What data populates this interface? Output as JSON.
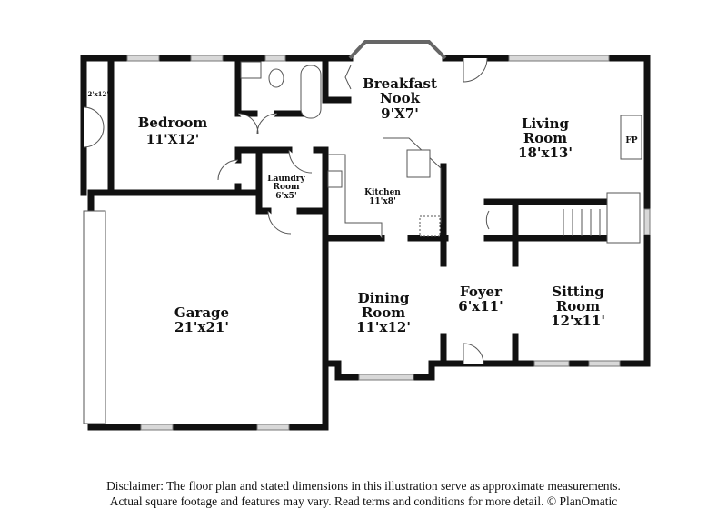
{
  "rooms": {
    "bedroom": {
      "name": "Bedroom",
      "dims": "11'X12'"
    },
    "closet": {
      "dims": "2'x12'"
    },
    "breakfast_nook": {
      "name1": "Breakfast",
      "name2": "Nook",
      "dims": "9'X7'"
    },
    "living_room": {
      "name1": "Living",
      "name2": "Room",
      "dims": "18'x13'"
    },
    "fireplace": {
      "name": "FP"
    },
    "laundry_room": {
      "name1": "Laundry",
      "name2": "Room",
      "dims": "6'x5'"
    },
    "kitchen": {
      "name": "Kitchen",
      "dims": "11'x8'"
    },
    "garage": {
      "name": "Garage",
      "dims": "21'x21'"
    },
    "dining_room": {
      "name1": "Dining",
      "name2": "Room",
      "dims": "11'x12'"
    },
    "foyer": {
      "name": "Foyer",
      "dims": "6'x11'"
    },
    "sitting_room": {
      "name1": "Sitting",
      "name2": "Room",
      "dims": "12'x11'"
    }
  },
  "disclaimer": {
    "line1": "Disclaimer: The floor plan and stated dimensions in this illustration serve as approximate measurements.",
    "line2": "Actual square footage and features may vary. Read terms and conditions for more detail. © PlanOmatic"
  }
}
